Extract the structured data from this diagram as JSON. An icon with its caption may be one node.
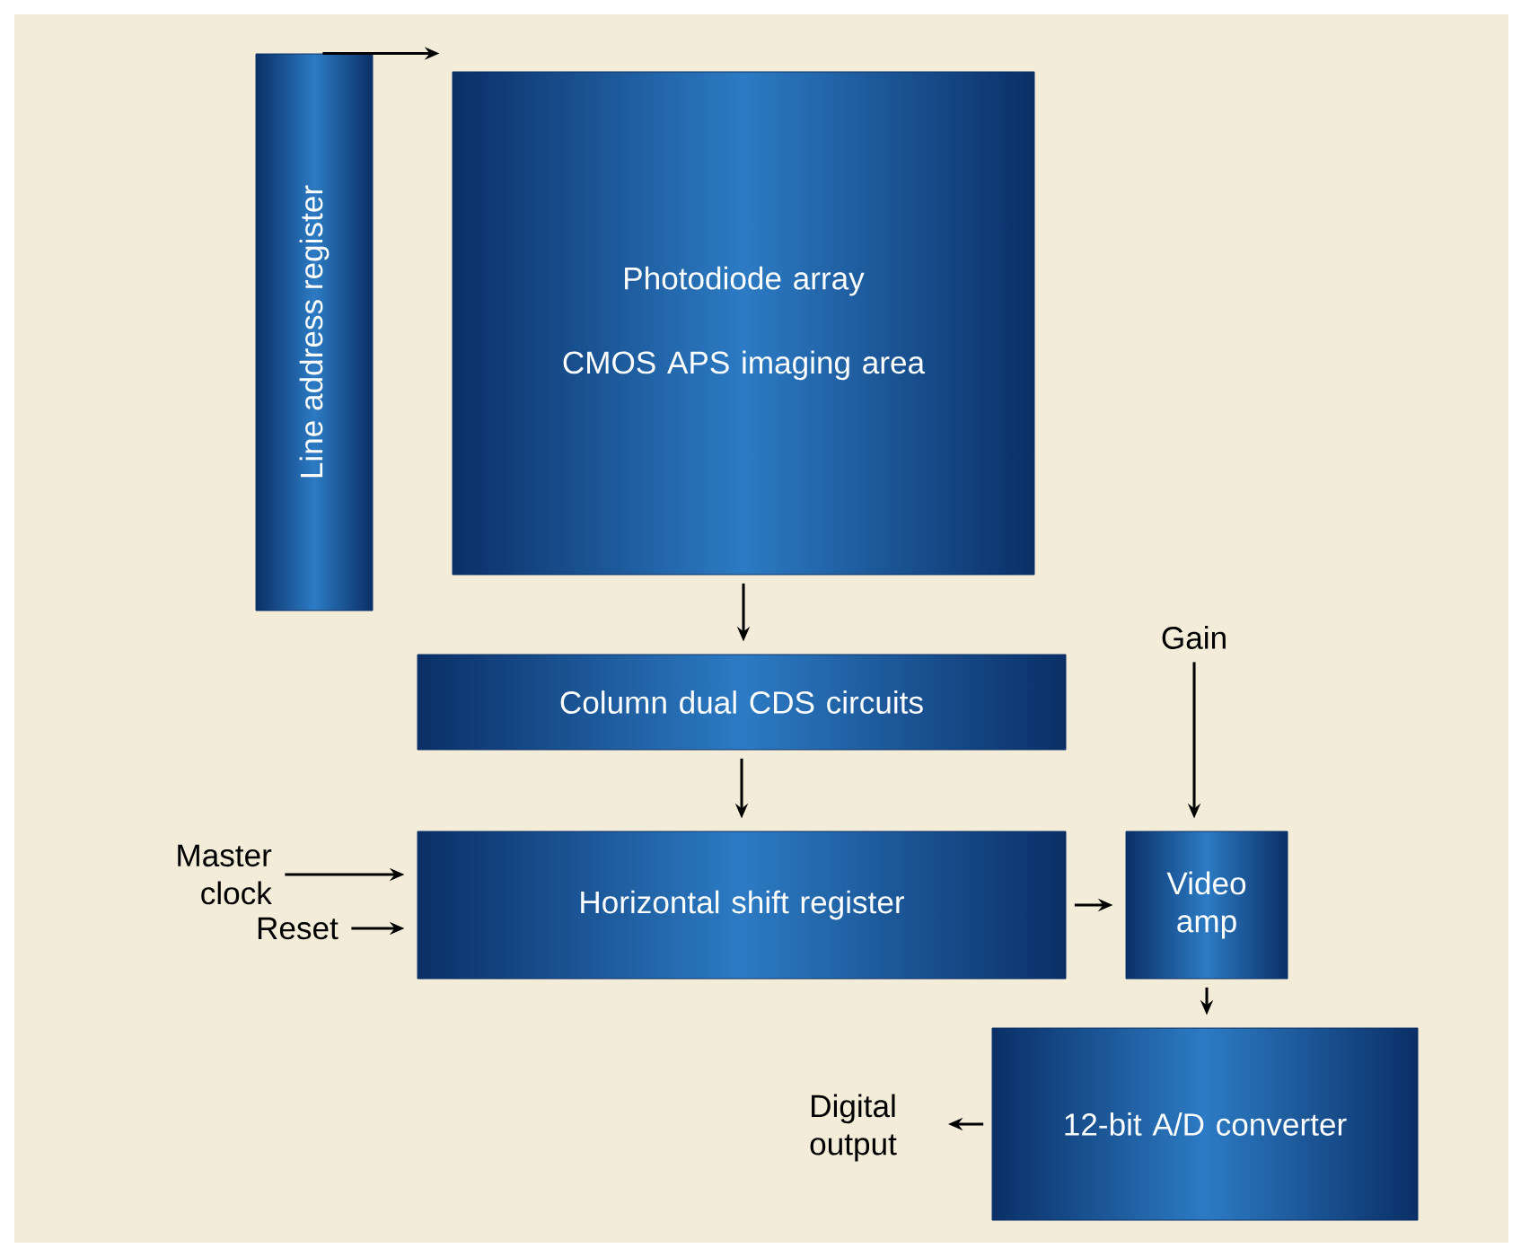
{
  "diagram": {
    "nodes": [
      {
        "text": [
          "Line address register"
        ]
      },
      {
        "text": [
          "Photodiode array",
          "CMOS APS imaging area"
        ]
      },
      {
        "text": [
          "Column dual CDS circuits"
        ]
      },
      {
        "text": [
          "Horizontal shift register"
        ]
      },
      {
        "text": [
          "Video amp"
        ]
      },
      {
        "text": [
          "12-bit A/D converter"
        ]
      },
      {
        "text": [
          "Master clock"
        ]
      },
      {
        "text": [
          "Reset"
        ]
      },
      {
        "text": [
          "Gain"
        ]
      },
      {
        "text": [
          "Digital output"
        ]
      }
    ],
    "edges": [
      {
        "from": 0,
        "to": 1,
        "arrow": "to"
      },
      {
        "from": 1,
        "to": 2,
        "arrow": "to"
      },
      {
        "from": 2,
        "to": 3,
        "arrow": "to"
      },
      {
        "from": 6,
        "to": 3,
        "arrow": "to"
      },
      {
        "from": 7,
        "to": 3,
        "arrow": "to"
      },
      {
        "from": 3,
        "to": 4,
        "arrow": "to"
      },
      {
        "from": 8,
        "to": 4,
        "arrow": "to"
      },
      {
        "from": 4,
        "to": 5,
        "arrow": "to"
      },
      {
        "from": 5,
        "to": 9,
        "arrow": "to"
      }
    ]
  }
}
